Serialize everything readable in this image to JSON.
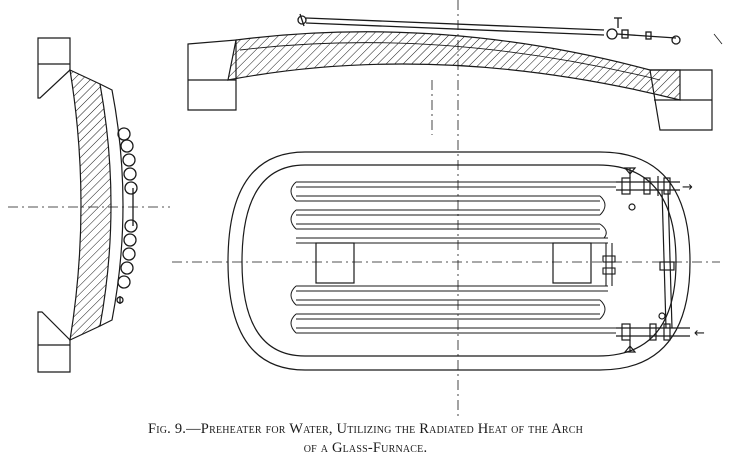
{
  "figure": {
    "caption_line1": "Fig. 9.—Preheater for Water, Utilizing the Radiated Heat of the Arch",
    "caption_line2": "of a Glass-Furnace.",
    "views": [
      "end-section",
      "longitudinal-section",
      "plan"
    ],
    "flow_arrow_outlet": "→",
    "flow_arrow_inlet": "←",
    "ink_color": "#1a1a1a",
    "paper_color": "#ffffff"
  }
}
